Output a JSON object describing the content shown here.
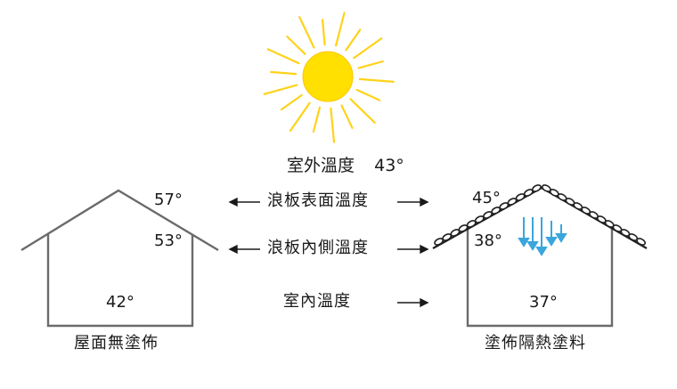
{
  "colors": {
    "sun_fill": "#ffe000",
    "sun_rays": "#ffd21a",
    "house_line": "#6b6b6b",
    "tile_fill": "#ffffff",
    "tile_stroke": "#222222",
    "arrow_cool": "#3aa6dc",
    "text": "#1a1a1a"
  },
  "icons": {
    "sun": "sun-icon",
    "heat_arrows": "down-arrows-icon",
    "arrow_left": "arrow-left-icon",
    "arrow_right": "arrow-right-icon"
  },
  "outdoor": {
    "label": "室外溫度",
    "value": "43°"
  },
  "legend": {
    "surface": "浪板表面溫度",
    "inner": "浪板內側溫度",
    "indoor": "室內溫度"
  },
  "house_uncoated": {
    "caption": "屋面無塗佈",
    "surface_temp": "57°",
    "inner_temp": "53°",
    "indoor_temp": "42°"
  },
  "house_coated": {
    "caption": "塗佈隔熱塗料",
    "surface_temp": "45°",
    "inner_temp": "38°",
    "indoor_temp": "37°"
  }
}
